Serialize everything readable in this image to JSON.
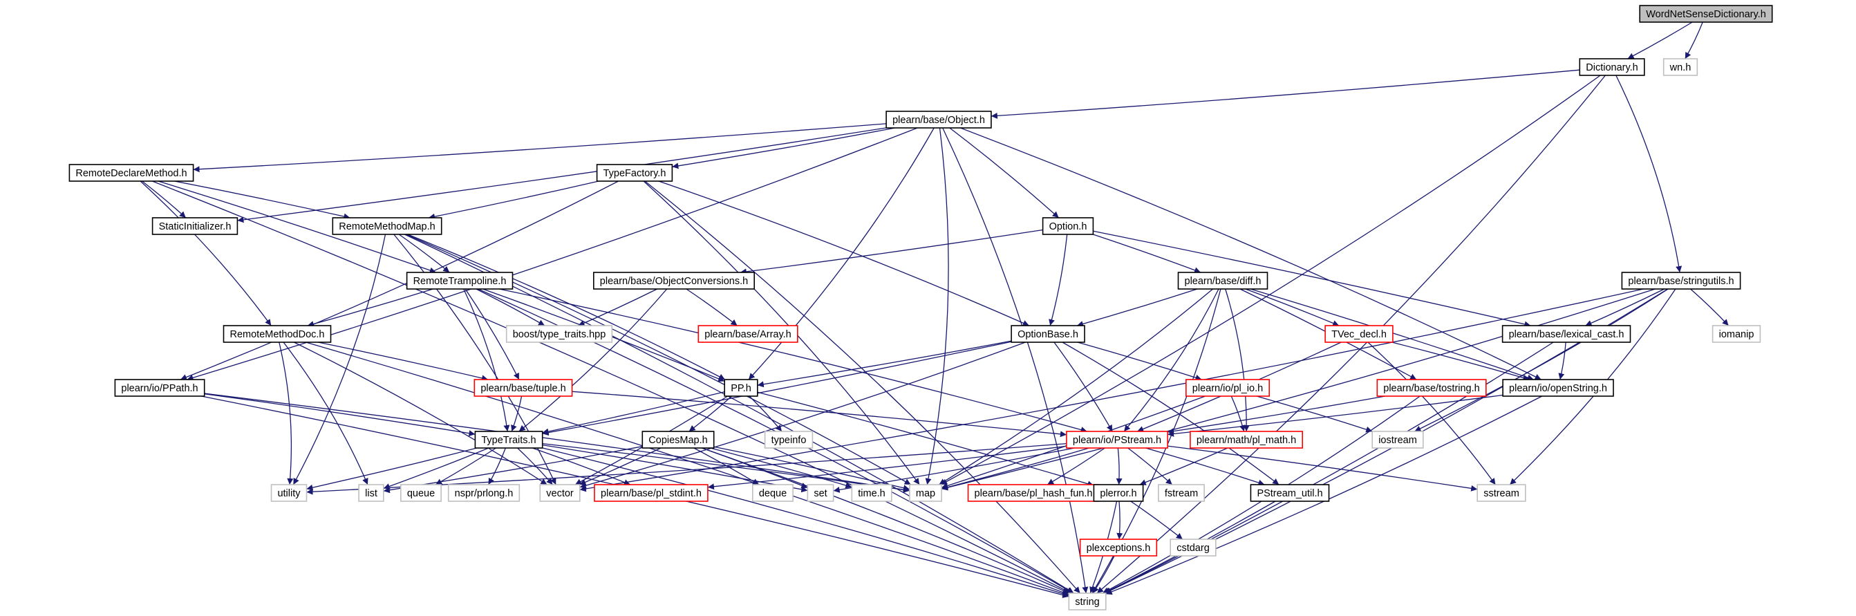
{
  "diagram": {
    "colors": {
      "edge": "#191970",
      "black": "#000000",
      "red": "#ff0000",
      "gray": "#bfbfbf",
      "root_fill": "#bfbfbf"
    },
    "nodes": {
      "wordnet": {
        "label": "WordNetSenseDictionary.h",
        "style": "root"
      },
      "dictionary": {
        "label": "Dictionary.h",
        "style": "black"
      },
      "wn": {
        "label": "wn.h",
        "style": "gray"
      },
      "object": {
        "label": "plearn/base/Object.h",
        "style": "black"
      },
      "stringutils": {
        "label": "plearn/base/stringutils.h",
        "style": "black"
      },
      "remotedeclare": {
        "label": "RemoteDeclareMethod.h",
        "style": "black"
      },
      "typefactory": {
        "label": "TypeFactory.h",
        "style": "black"
      },
      "staticinit": {
        "label": "StaticInitializer.h",
        "style": "black"
      },
      "remotemethodmap": {
        "label": "RemoteMethodMap.h",
        "style": "black"
      },
      "option": {
        "label": "Option.h",
        "style": "black"
      },
      "remotetrampoline": {
        "label": "RemoteTrampoline.h",
        "style": "black"
      },
      "objectconversions": {
        "label": "plearn/base/ObjectConversions.h",
        "style": "black"
      },
      "diff": {
        "label": "plearn/base/diff.h",
        "style": "black"
      },
      "lexicalcast": {
        "label": "plearn/base/lexical_cast.h",
        "style": "black"
      },
      "iomanip": {
        "label": "iomanip",
        "style": "gray"
      },
      "boosttraits": {
        "label": "boost/type_traits.hpp",
        "style": "gray"
      },
      "array": {
        "label": "plearn/base/Array.h",
        "style": "red"
      },
      "optionbase": {
        "label": "OptionBase.h",
        "style": "black"
      },
      "tvecdecl": {
        "label": "TVec_decl.h",
        "style": "red"
      },
      "remotemethoddoc": {
        "label": "RemoteMethodDoc.h",
        "style": "black"
      },
      "openstring": {
        "label": "plearn/io/openString.h",
        "style": "black"
      },
      "ppath": {
        "label": "plearn/io/PPath.h",
        "style": "black"
      },
      "tuple": {
        "label": "plearn/base/tuple.h",
        "style": "red"
      },
      "pp": {
        "label": "PP.h",
        "style": "black"
      },
      "pliio": {
        "label": "plearn/io/pl_io.h",
        "style": "red"
      },
      "tostring": {
        "label": "plearn/base/tostring.h",
        "style": "red"
      },
      "typeinfo": {
        "label": "typeinfo",
        "style": "gray"
      },
      "typetraits": {
        "label": "TypeTraits.h",
        "style": "black"
      },
      "copiesmap": {
        "label": "CopiesMap.h",
        "style": "black"
      },
      "pstream": {
        "label": "plearn/io/PStream.h",
        "style": "red"
      },
      "plmath": {
        "label": "plearn/math/pl_math.h",
        "style": "red"
      },
      "iostream": {
        "label": "iostream",
        "style": "gray"
      },
      "utility": {
        "label": "utility",
        "style": "gray"
      },
      "list": {
        "label": "list",
        "style": "gray"
      },
      "queue": {
        "label": "queue",
        "style": "gray"
      },
      "prlong": {
        "label": "nspr/prlong.h",
        "style": "gray"
      },
      "vector": {
        "label": "vector",
        "style": "gray"
      },
      "stdint": {
        "label": "plearn/base/pl_stdint.h",
        "style": "red"
      },
      "deque": {
        "label": "deque",
        "style": "gray"
      },
      "set": {
        "label": "set",
        "style": "gray"
      },
      "timeh": {
        "label": "time.h",
        "style": "gray"
      },
      "map": {
        "label": "map",
        "style": "gray"
      },
      "hashfun": {
        "label": "plearn/base/pl_hash_fun.h",
        "style": "red"
      },
      "plerror": {
        "label": "plerror.h",
        "style": "black"
      },
      "fstream": {
        "label": "fstream",
        "style": "gray"
      },
      "pstreamutil": {
        "label": "PStream_util.h",
        "style": "black"
      },
      "sstream": {
        "label": "sstream",
        "style": "gray"
      },
      "plexceptions": {
        "label": "plexceptions.h",
        "style": "red"
      },
      "cstdarg": {
        "label": "cstdarg",
        "style": "gray"
      },
      "string": {
        "label": "string",
        "style": "gray"
      }
    },
    "edges": [
      [
        "wordnet",
        "dictionary"
      ],
      [
        "wordnet",
        "wn"
      ],
      [
        "dictionary",
        "object"
      ],
      [
        "dictionary",
        "stringutils"
      ],
      [
        "dictionary",
        "map"
      ],
      [
        "dictionary",
        "string"
      ],
      [
        "object",
        "remotedeclare"
      ],
      [
        "object",
        "typefactory"
      ],
      [
        "object",
        "staticinit"
      ],
      [
        "object",
        "option"
      ],
      [
        "object",
        "ppath"
      ],
      [
        "object",
        "pp"
      ],
      [
        "object",
        "map"
      ],
      [
        "object",
        "openstring"
      ],
      [
        "object",
        "string"
      ],
      [
        "remotedeclare",
        "staticinit"
      ],
      [
        "remotedeclare",
        "remotemethodmap"
      ],
      [
        "remotedeclare",
        "remotetrampoline"
      ],
      [
        "remotedeclare",
        "remotemethoddoc"
      ],
      [
        "remotedeclare",
        "string"
      ],
      [
        "typefactory",
        "remotemethodmap"
      ],
      [
        "typefactory",
        "optionbase"
      ],
      [
        "typefactory",
        "ppath"
      ],
      [
        "typefactory",
        "map"
      ],
      [
        "typefactory",
        "string"
      ],
      [
        "remotemethodmap",
        "remotetrampoline"
      ],
      [
        "remotemethodmap",
        "pp"
      ],
      [
        "remotemethodmap",
        "utility"
      ],
      [
        "remotemethodmap",
        "vector"
      ],
      [
        "remotemethodmap",
        "map"
      ],
      [
        "remotemethodmap",
        "string"
      ],
      [
        "remotetrampoline",
        "remotemethoddoc"
      ],
      [
        "remotetrampoline",
        "boosttraits"
      ],
      [
        "remotetrampoline",
        "tuple"
      ],
      [
        "remotetrampoline",
        "pp"
      ],
      [
        "remotetrampoline",
        "typetraits"
      ],
      [
        "remotetrampoline",
        "pstream"
      ],
      [
        "remotetrampoline",
        "string"
      ],
      [
        "remotemethoddoc",
        "tuple"
      ],
      [
        "remotemethoddoc",
        "utility"
      ],
      [
        "remotemethoddoc",
        "list"
      ],
      [
        "remotemethoddoc",
        "vector"
      ],
      [
        "remotemethoddoc",
        "string"
      ],
      [
        "option",
        "objectconversions"
      ],
      [
        "option",
        "diff"
      ],
      [
        "option",
        "optionbase"
      ],
      [
        "option",
        "lexicalcast"
      ],
      [
        "objectconversions",
        "boosttraits"
      ],
      [
        "objectconversions",
        "array"
      ],
      [
        "objectconversions",
        "typetraits"
      ],
      [
        "diff",
        "optionbase"
      ],
      [
        "diff",
        "tvecdecl"
      ],
      [
        "diff",
        "tostring"
      ],
      [
        "diff",
        "plmath"
      ],
      [
        "diff",
        "pstream"
      ],
      [
        "diff",
        "openstring"
      ],
      [
        "diff",
        "map"
      ],
      [
        "diff",
        "string"
      ],
      [
        "stringutils",
        "lexicalcast"
      ],
      [
        "stringutils",
        "iomanip"
      ],
      [
        "stringutils",
        "iostream"
      ],
      [
        "stringutils",
        "sstream"
      ],
      [
        "stringutils",
        "map"
      ],
      [
        "stringutils",
        "vector"
      ],
      [
        "stringutils",
        "string"
      ],
      [
        "lexicalcast",
        "openstring"
      ],
      [
        "lexicalcast",
        "string"
      ],
      [
        "optionbase",
        "pp"
      ],
      [
        "optionbase",
        "pliio"
      ],
      [
        "optionbase",
        "pstream"
      ],
      [
        "optionbase",
        "pstreamutil"
      ],
      [
        "optionbase",
        "typetraits"
      ],
      [
        "optionbase",
        "vector"
      ],
      [
        "tvecdecl",
        "pstream"
      ],
      [
        "tvecdecl",
        "openstring"
      ],
      [
        "tvecdecl",
        "sstream"
      ],
      [
        "openstring",
        "pstream"
      ],
      [
        "openstring",
        "string"
      ],
      [
        "ppath",
        "typetraits"
      ],
      [
        "ppath",
        "map"
      ],
      [
        "ppath",
        "string"
      ],
      [
        "tuple",
        "typetraits"
      ],
      [
        "tuple",
        "pstream"
      ],
      [
        "pp",
        "copiesmap"
      ],
      [
        "pp",
        "typeinfo"
      ],
      [
        "pp",
        "typetraits"
      ],
      [
        "pp",
        "plerror"
      ],
      [
        "pp",
        "vector"
      ],
      [
        "pliio",
        "plmath"
      ],
      [
        "pliio",
        "iostream"
      ],
      [
        "pliio",
        "map"
      ],
      [
        "tostring",
        "pstream"
      ],
      [
        "tostring",
        "string"
      ],
      [
        "typetraits",
        "utility"
      ],
      [
        "typetraits",
        "list"
      ],
      [
        "typetraits",
        "queue"
      ],
      [
        "typetraits",
        "prlong"
      ],
      [
        "typetraits",
        "vector"
      ],
      [
        "typetraits",
        "stdint"
      ],
      [
        "typetraits",
        "set"
      ],
      [
        "typetraits",
        "map"
      ],
      [
        "typetraits",
        "string"
      ],
      [
        "copiesmap",
        "list"
      ],
      [
        "copiesmap",
        "vector"
      ],
      [
        "copiesmap",
        "deque"
      ],
      [
        "copiesmap",
        "set"
      ],
      [
        "copiesmap",
        "timeh"
      ],
      [
        "copiesmap",
        "map"
      ],
      [
        "copiesmap",
        "string"
      ],
      [
        "pstream",
        "utility"
      ],
      [
        "pstream",
        "stdint"
      ],
      [
        "pstream",
        "set"
      ],
      [
        "pstream",
        "map"
      ],
      [
        "pstream",
        "hashfun"
      ],
      [
        "pstream",
        "plerror"
      ],
      [
        "pstream",
        "fstream"
      ],
      [
        "pstream",
        "pstreamutil"
      ],
      [
        "pstream",
        "sstream"
      ],
      [
        "plmath",
        "plerror"
      ],
      [
        "plerror",
        "plexceptions"
      ],
      [
        "plerror",
        "cstdarg"
      ],
      [
        "plerror",
        "string"
      ],
      [
        "plexceptions",
        "string"
      ],
      [
        "pstreamutil",
        "string"
      ]
    ]
  }
}
